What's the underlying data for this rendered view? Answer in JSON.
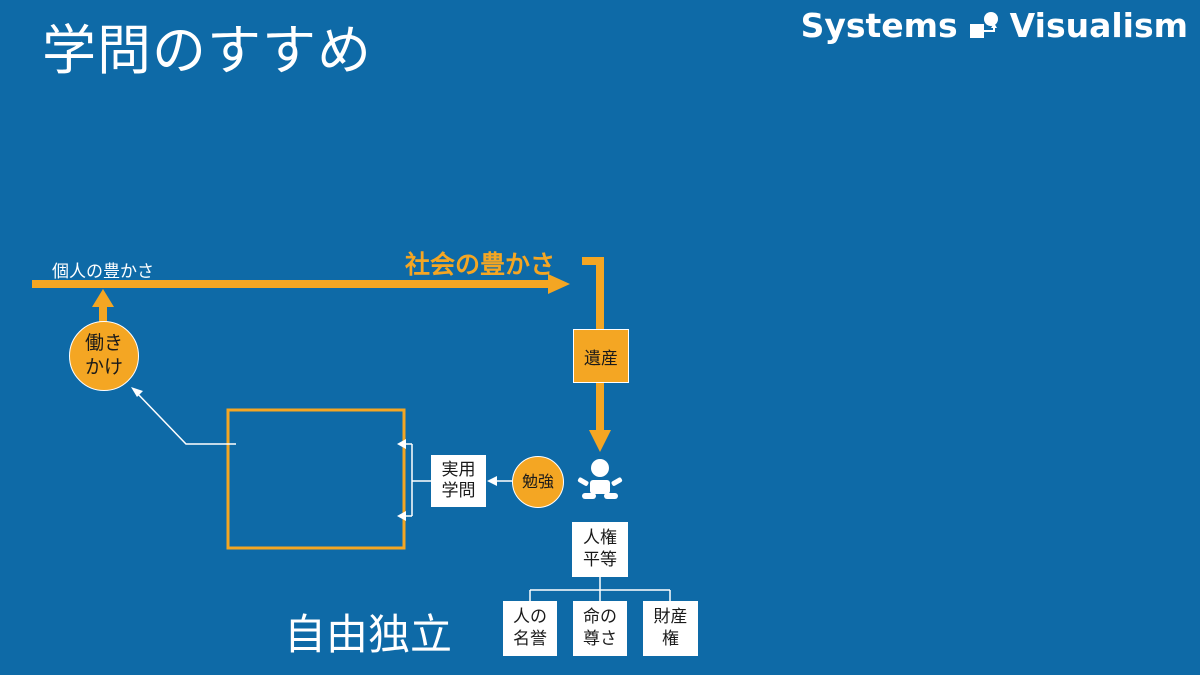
{
  "title": "学問のすすめ",
  "brand": {
    "left": "Systems",
    "right": "Visualism"
  },
  "diagram": {
    "personal_wealth": "個人の豊かさ",
    "social_wealth": "社会の豊かさ",
    "work_circle": "働き\nかけ",
    "legacy_box": "遺産",
    "practical_learning": "実用\n学問",
    "study_circle": "勉強",
    "equality_box": "人権\n平等",
    "independence": "自由独立",
    "rights": [
      {
        "label": "人の\n名誉"
      },
      {
        "label": "命の\n尊さ"
      },
      {
        "label": "財産\n権"
      }
    ]
  },
  "colors": {
    "background": "#0e6aa7",
    "accent": "#f4a623",
    "box": "#ffffff"
  }
}
